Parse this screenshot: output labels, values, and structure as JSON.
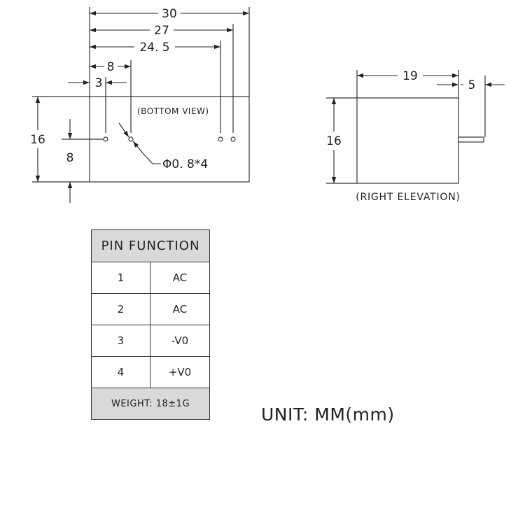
{
  "bottom_view": {
    "caption": "(BOTTOM VIEW)",
    "dim_width": "30",
    "dim_27": "27",
    "dim_245": "24. 5",
    "dim_8": "8",
    "dim_3": "3",
    "dim_height": "16",
    "dim_pin_height": "8",
    "pin_label": "Φ0. 8*4"
  },
  "right_elevation": {
    "caption": "(RIGHT ELEVATION)",
    "dim_depth": "19",
    "dim_pin_length": "5",
    "dim_height": "16"
  },
  "pin_table": {
    "title": "PIN FUNCTION",
    "rows": [
      {
        "pin": "1",
        "function": "AC"
      },
      {
        "pin": "2",
        "function": "AC"
      },
      {
        "pin": "3",
        "function": "-V0"
      },
      {
        "pin": "4",
        "function": "+V0"
      }
    ],
    "weight": "WEIGHT: 18±1G"
  },
  "unit": "UNIT: MM(mm)",
  "colors": {
    "line": "#333333",
    "header_fill": "#d9d9d9"
  }
}
